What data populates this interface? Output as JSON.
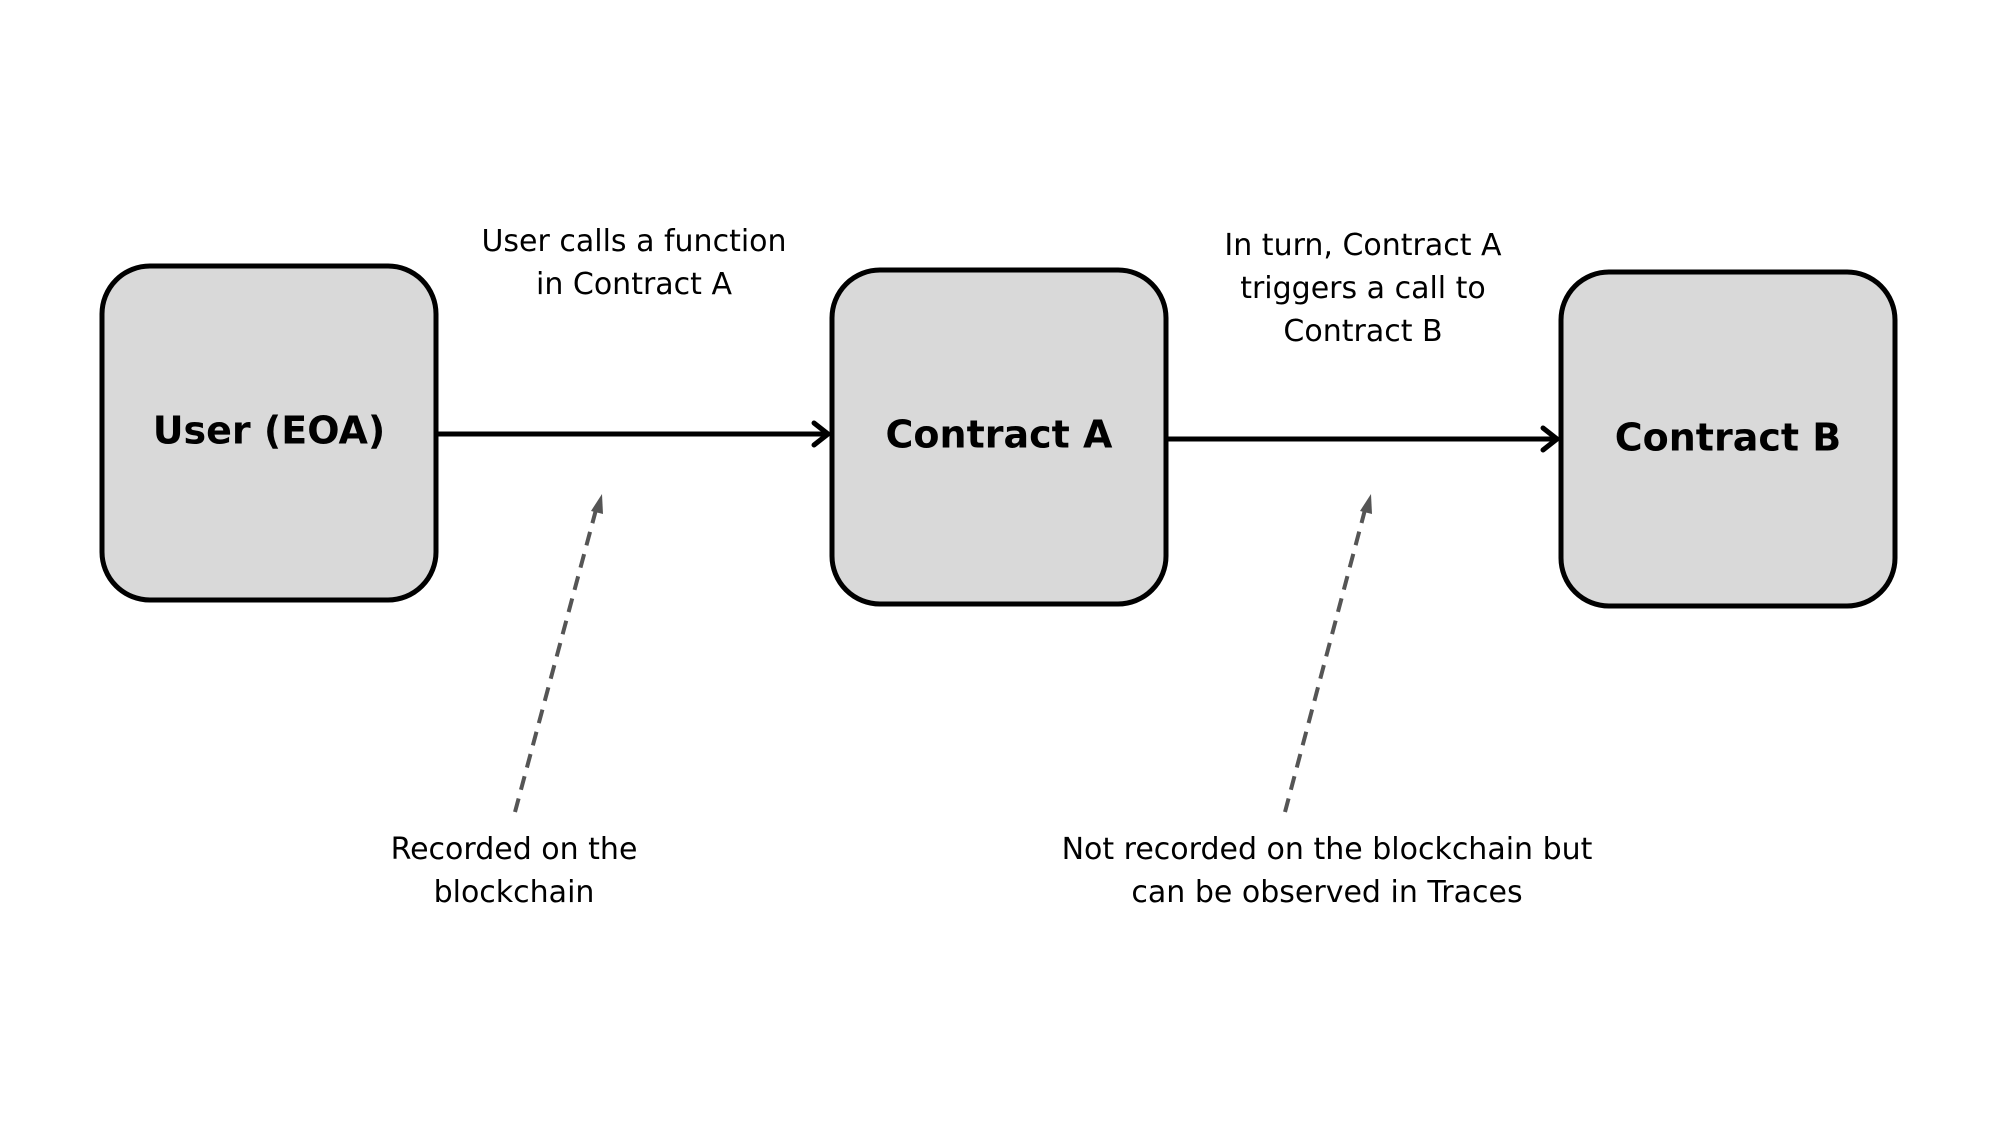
{
  "nodes": {
    "user": {
      "label": "User (EOA)"
    },
    "contract_a": {
      "label": "Contract A"
    },
    "contract_b": {
      "label": "Contract B"
    }
  },
  "edges": {
    "user_to_a": {
      "line1": "User calls a function",
      "line2": "in Contract A"
    },
    "a_to_b": {
      "line1": "In turn, Contract A",
      "line2": "triggers a call to",
      "line3": "Contract B"
    }
  },
  "notes": {
    "recorded": {
      "line1": "Recorded on the",
      "line2": "blockchain"
    },
    "not_recorded": {
      "line1": "Not recorded on the blockchain but",
      "line2": "can be observed in Traces"
    }
  }
}
